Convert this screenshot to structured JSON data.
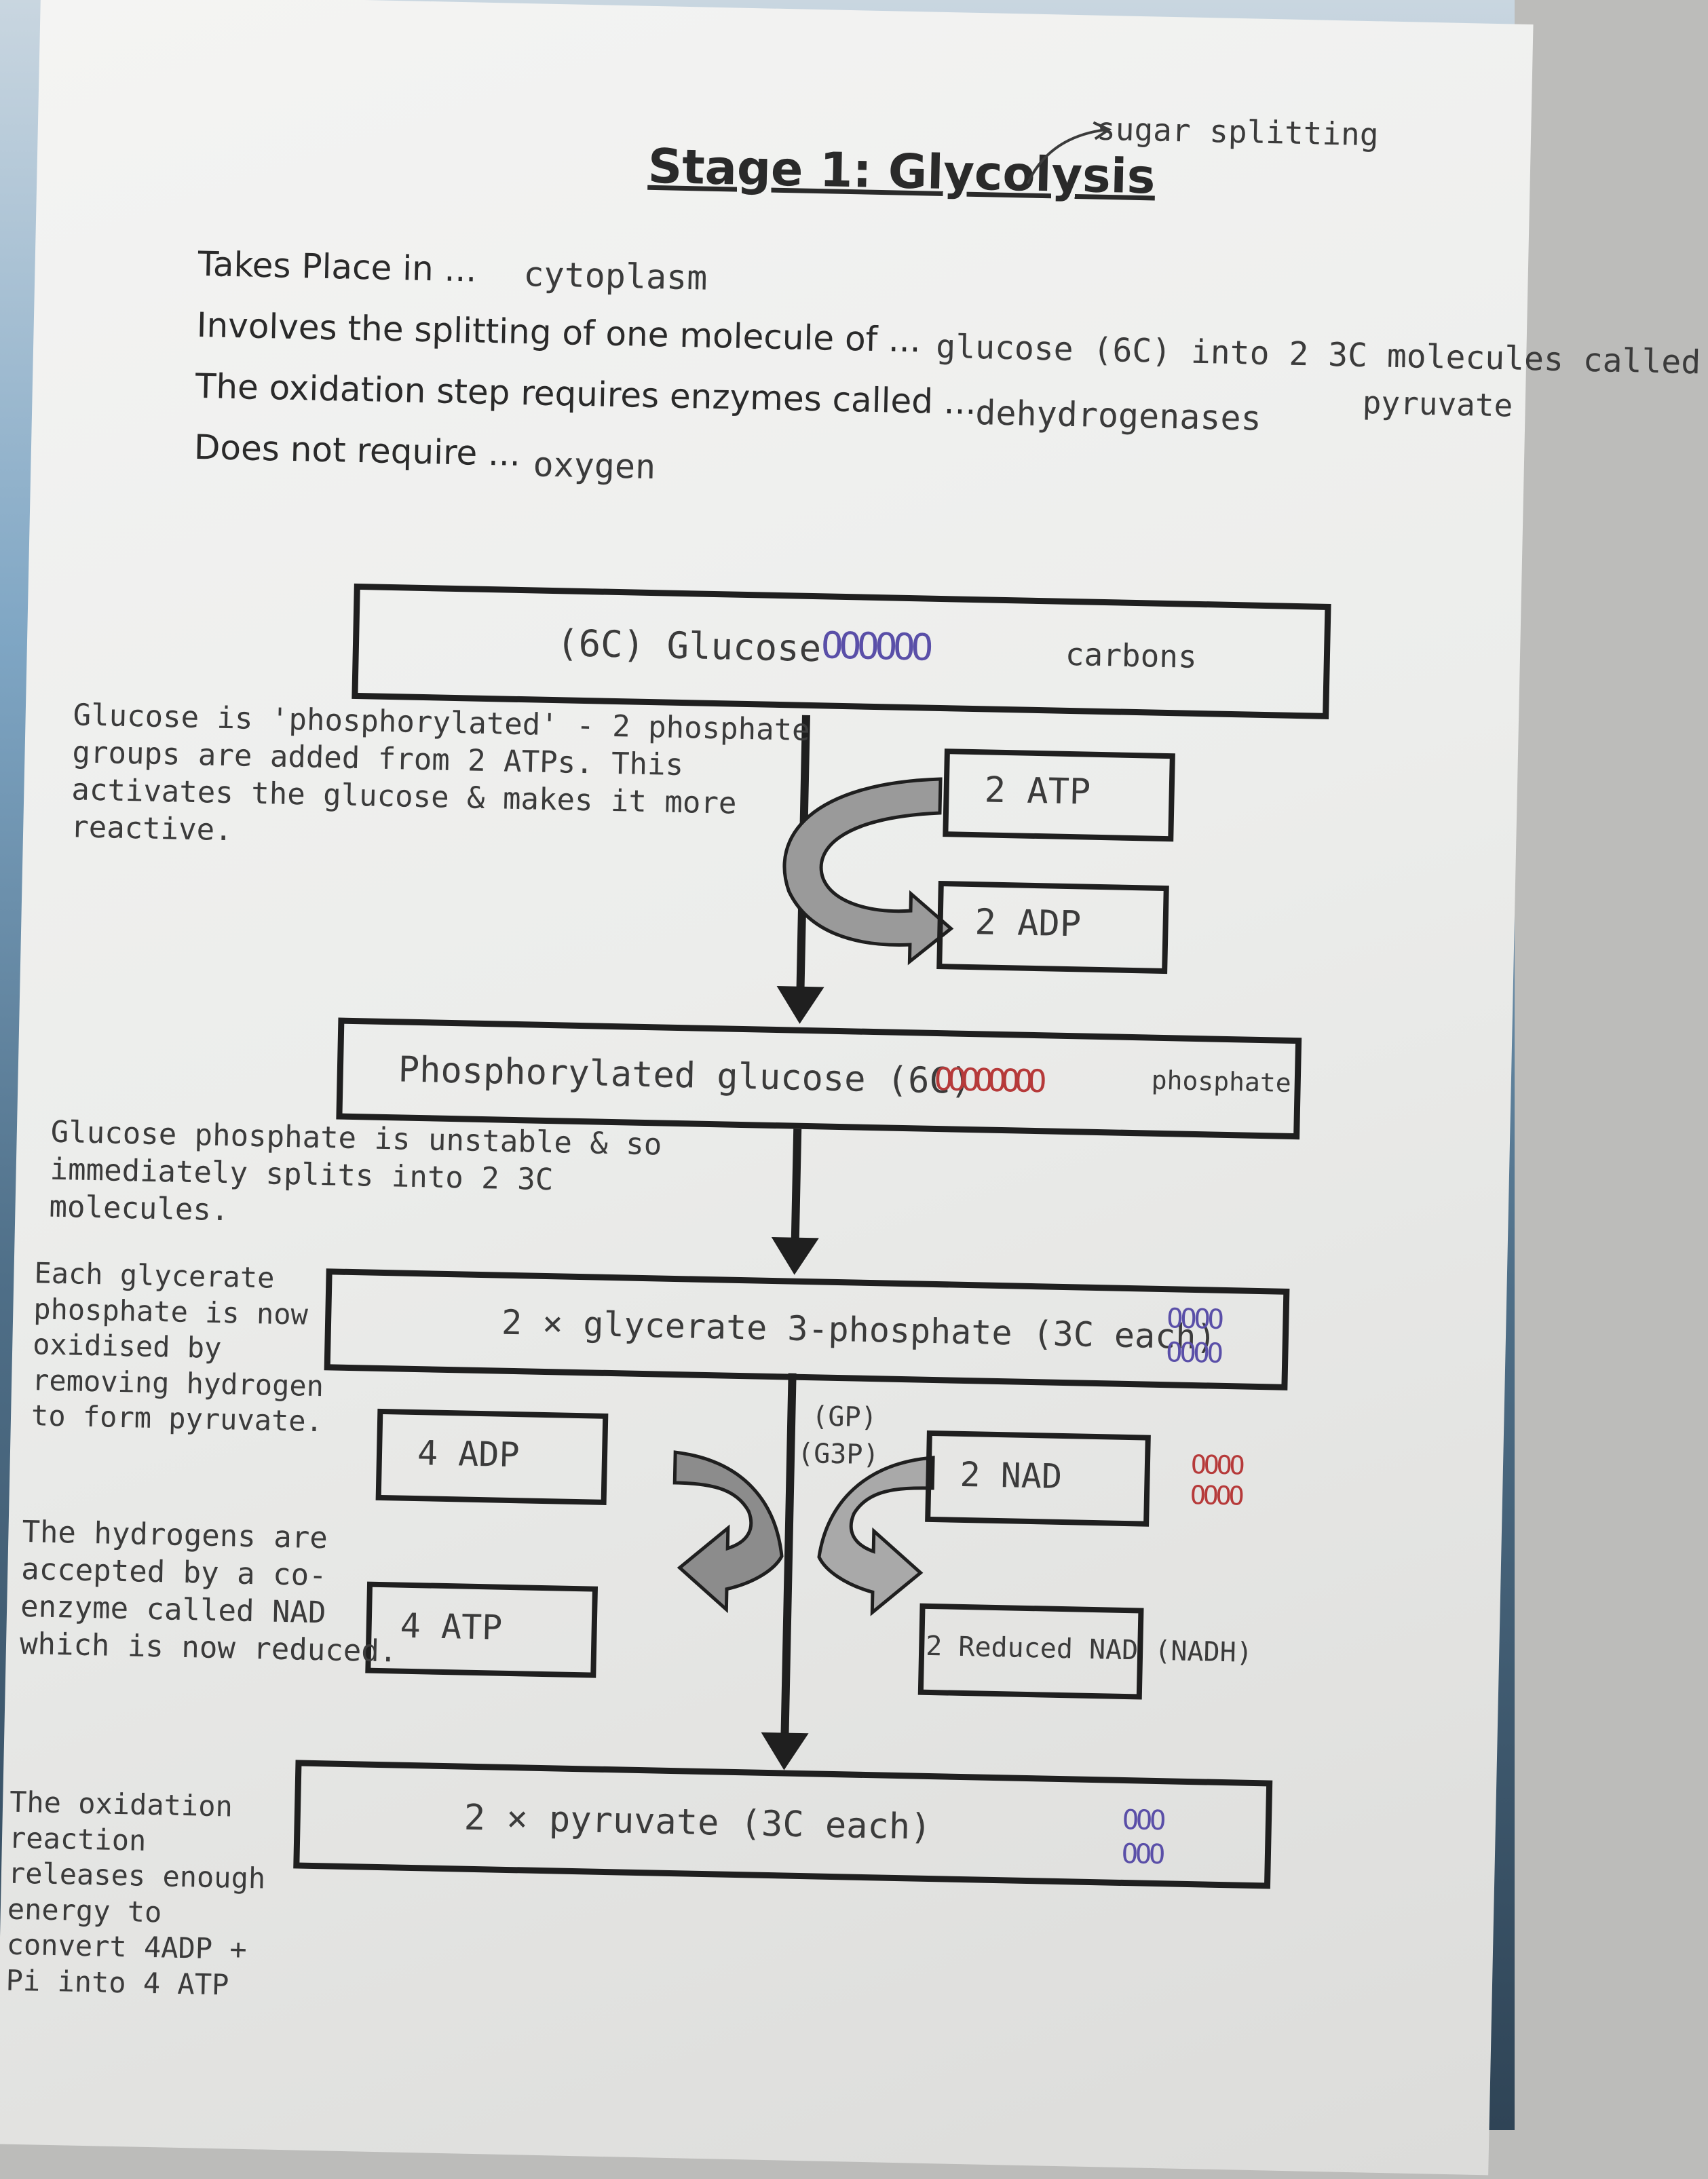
{
  "title": "Stage 1: Glycolysis",
  "title_note": "sugar splitting",
  "worksheet": {
    "line1_prompt": "Takes Place in ...",
    "line1_answer": "cytoplasm",
    "line2_prompt": "Involves the splitting of one molecule of ...",
    "line2_answer": "glucose (6C) into 2 3C molecules called",
    "line2_answer_cont": "pyruvate",
    "line3_prompt": "The oxidation step requires enzymes called ...",
    "line3_answer": "dehydrogenases",
    "line4_prompt": "Does not require ...",
    "line4_answer": "oxygen"
  },
  "flow": {
    "box1": "(6C) Glucose",
    "box1_circles": "OOOOOO",
    "box1_note": "carbons",
    "in1": "2 ATP",
    "out1": "2 ADP",
    "box2": "Phosphorylated glucose (6C)",
    "box2_circles": "OOOOOOOO",
    "box2_note": "phosphate",
    "box3": "2 × glycerate 3-phosphate (3C each)",
    "box3_circles_top": "OOOO",
    "box3_circles_bottom": "OOOO",
    "gp_label": "(GP)",
    "g3p_label": "(G3P)",
    "in_left": "4 ADP",
    "out_left": "4 ATP",
    "in_right": "2 NAD",
    "in_right_circles_top": "OOOO",
    "in_right_circles_bottom": "OOOO",
    "out_right": "2 Reduced NAD (NADH)",
    "box4": "2 × pyruvate (3C each)",
    "box4_circles_top": "OOO",
    "box4_circles_bottom": "OOO"
  },
  "notes": {
    "note1": "Glucose is 'phosphorylated' - 2 phosphate groups are added from 2 ATPs. This activates the glucose & makes it more reactive.",
    "note2": "Glucose phosphate is unstable & so immediately splits into 2 3C molecules.",
    "note3": "Each glycerate phosphate is now oxidised by removing hydrogen to form pyruvate.",
    "note4": "The hydrogens are accepted by a co-enzyme called NAD which is now reduced.",
    "note5": "The oxidation reaction releases enough energy to convert 4ADP + Pi into 4 ATP"
  },
  "colors": {
    "ink": "#1f1f1f",
    "purple": "#5a4fa8",
    "red": "#b63a3a",
    "arrow_fill": "#8c8c8c"
  }
}
